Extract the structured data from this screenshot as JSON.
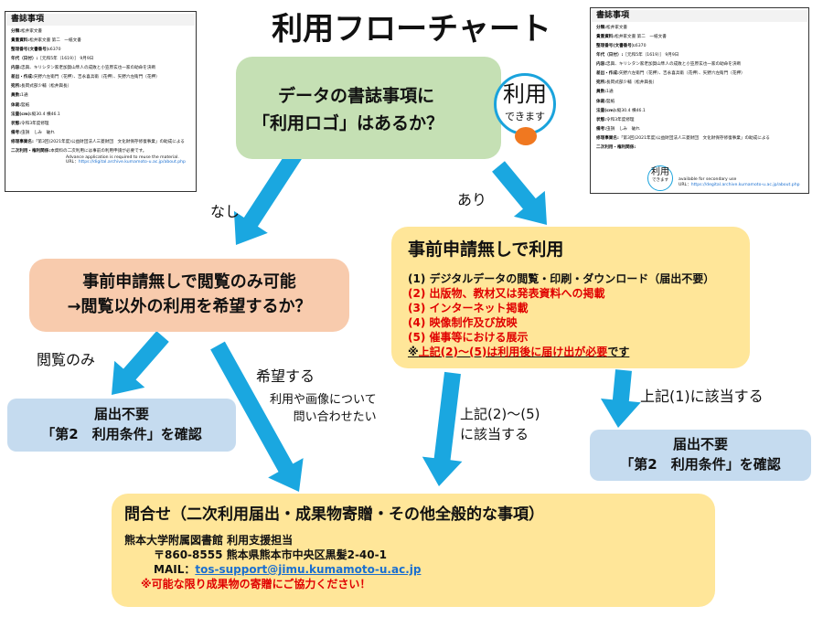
{
  "title": "利用フローチャート",
  "colors": {
    "arrow": "#1aa7e0",
    "green": "#c5e0b4",
    "salmon": "#f8cbad",
    "yellow": "#ffe699",
    "blue": "#c5dbef",
    "red": "#e00000"
  },
  "doc_left": {
    "title": "書誌事項",
    "rows": [
      {
        "k": "分類:",
        "v": "松井家文書"
      },
      {
        "k": "貴重資料:",
        "v": "松井家文書 第二　一紙文書"
      },
      {
        "k": "整理番号(文書番号):",
        "v": "6370"
      },
      {
        "k": "年代（日付）:",
        "v": "［元和5年（1619）］ 9月9日"
      },
      {
        "k": "内容:",
        "v": "忠興、キリシタン家老加賀山隼人の成敗と小笠原玄也一家の助命を決断"
      },
      {
        "k": "差出・作成:",
        "v": "矢野六左衛門（花押）、吉永喜兵衛（花押）、矢野六左衛門（花押）"
      },
      {
        "k": "宛所:",
        "v": "長岡式部少輔（松井興長）"
      },
      {
        "k": "員数:",
        "v": "1通"
      },
      {
        "k": "体裁:",
        "v": "竪紙"
      },
      {
        "k": "法量(cm):",
        "v": "縦30.4 横46.1"
      },
      {
        "k": "状態:",
        "v": "令和3年度修理"
      },
      {
        "k": "備考:",
        "v": "虫損　しみ　破れ"
      },
      {
        "k": "修理事業名:",
        "v": "「第3回(2021年度)公益財団法人三菱財団　文化財保存修復事業」の助成による"
      }
    ],
    "rights_key": "二次利用・権利関係:",
    "rights_jp": "本資料の二次利用には事前の利用申請が必要です。",
    "rights_en": "Advance application is required to reuse the material.",
    "url_label": "URL：",
    "url": "https://digital.archive.kumamoto-u.ac.jp/about.php"
  },
  "doc_right": {
    "title": "書誌事項",
    "rights_key": "二次利用・権利関係:",
    "available": "available for secondary use",
    "url_label": "URL：",
    "url": "https://degital.archive.kumamoto-u.ac.jp/about.php"
  },
  "logo": {
    "top": "利用",
    "bottom": "できます"
  },
  "question_box": {
    "line1": "データの書誌事項に",
    "line2": "「利用ロゴ」はあるか？"
  },
  "labels": {
    "no": "なし",
    "yes": "あり",
    "view_only": "閲覧のみ",
    "want": "希望する",
    "want_note1": "利用や画像について",
    "want_note2": "問い合わせたい",
    "item25_1": "上記(2)～(5)",
    "item25_2": "に該当する",
    "item1": "上記(1)に該当する"
  },
  "view_box": {
    "line1": "事前申請無しで閲覧のみ可能",
    "line2": "→閲覧以外の利用を希望するか？"
  },
  "use_box": {
    "title": "事前申請無しで利用",
    "items": [
      {
        "text": "(1)  デジタルデータの閲覧・印刷・ダウンロード（届出不要）",
        "red": false
      },
      {
        "text": "(2)  出版物、教材又は発表資料への掲載",
        "red": true
      },
      {
        "text": "(3)  インターネット掲載",
        "red": true
      },
      {
        "text": "(4)  映像制作及び放映",
        "red": true
      },
      {
        "text": "(5)  催事等における展示",
        "red": true
      }
    ],
    "note_mark": "※",
    "note_red": "上記(2)～(5)は利用後に届け出が必要",
    "note_end": "です"
  },
  "no_notice_left": {
    "line1": "届出不要",
    "line2": "「第2　利用条件」を確認"
  },
  "no_notice_right": {
    "line1": "届出不要",
    "line2": "「第2　利用条件」を確認"
  },
  "contact_box": {
    "title": "問合せ（二次利用届出・成果物寄贈・その他全般的な事項）",
    "org": "熊本大学附属図書館  利用支援担当",
    "address": "〒860-8555  熊本県熊本市中央区黒髪2-40-1",
    "mail_label": "MAIL：",
    "mail": "tos-support@jimu.kumamoto-u.ac.jp",
    "request": "※可能な限り成果物の寄贈にご協力ください！"
  }
}
